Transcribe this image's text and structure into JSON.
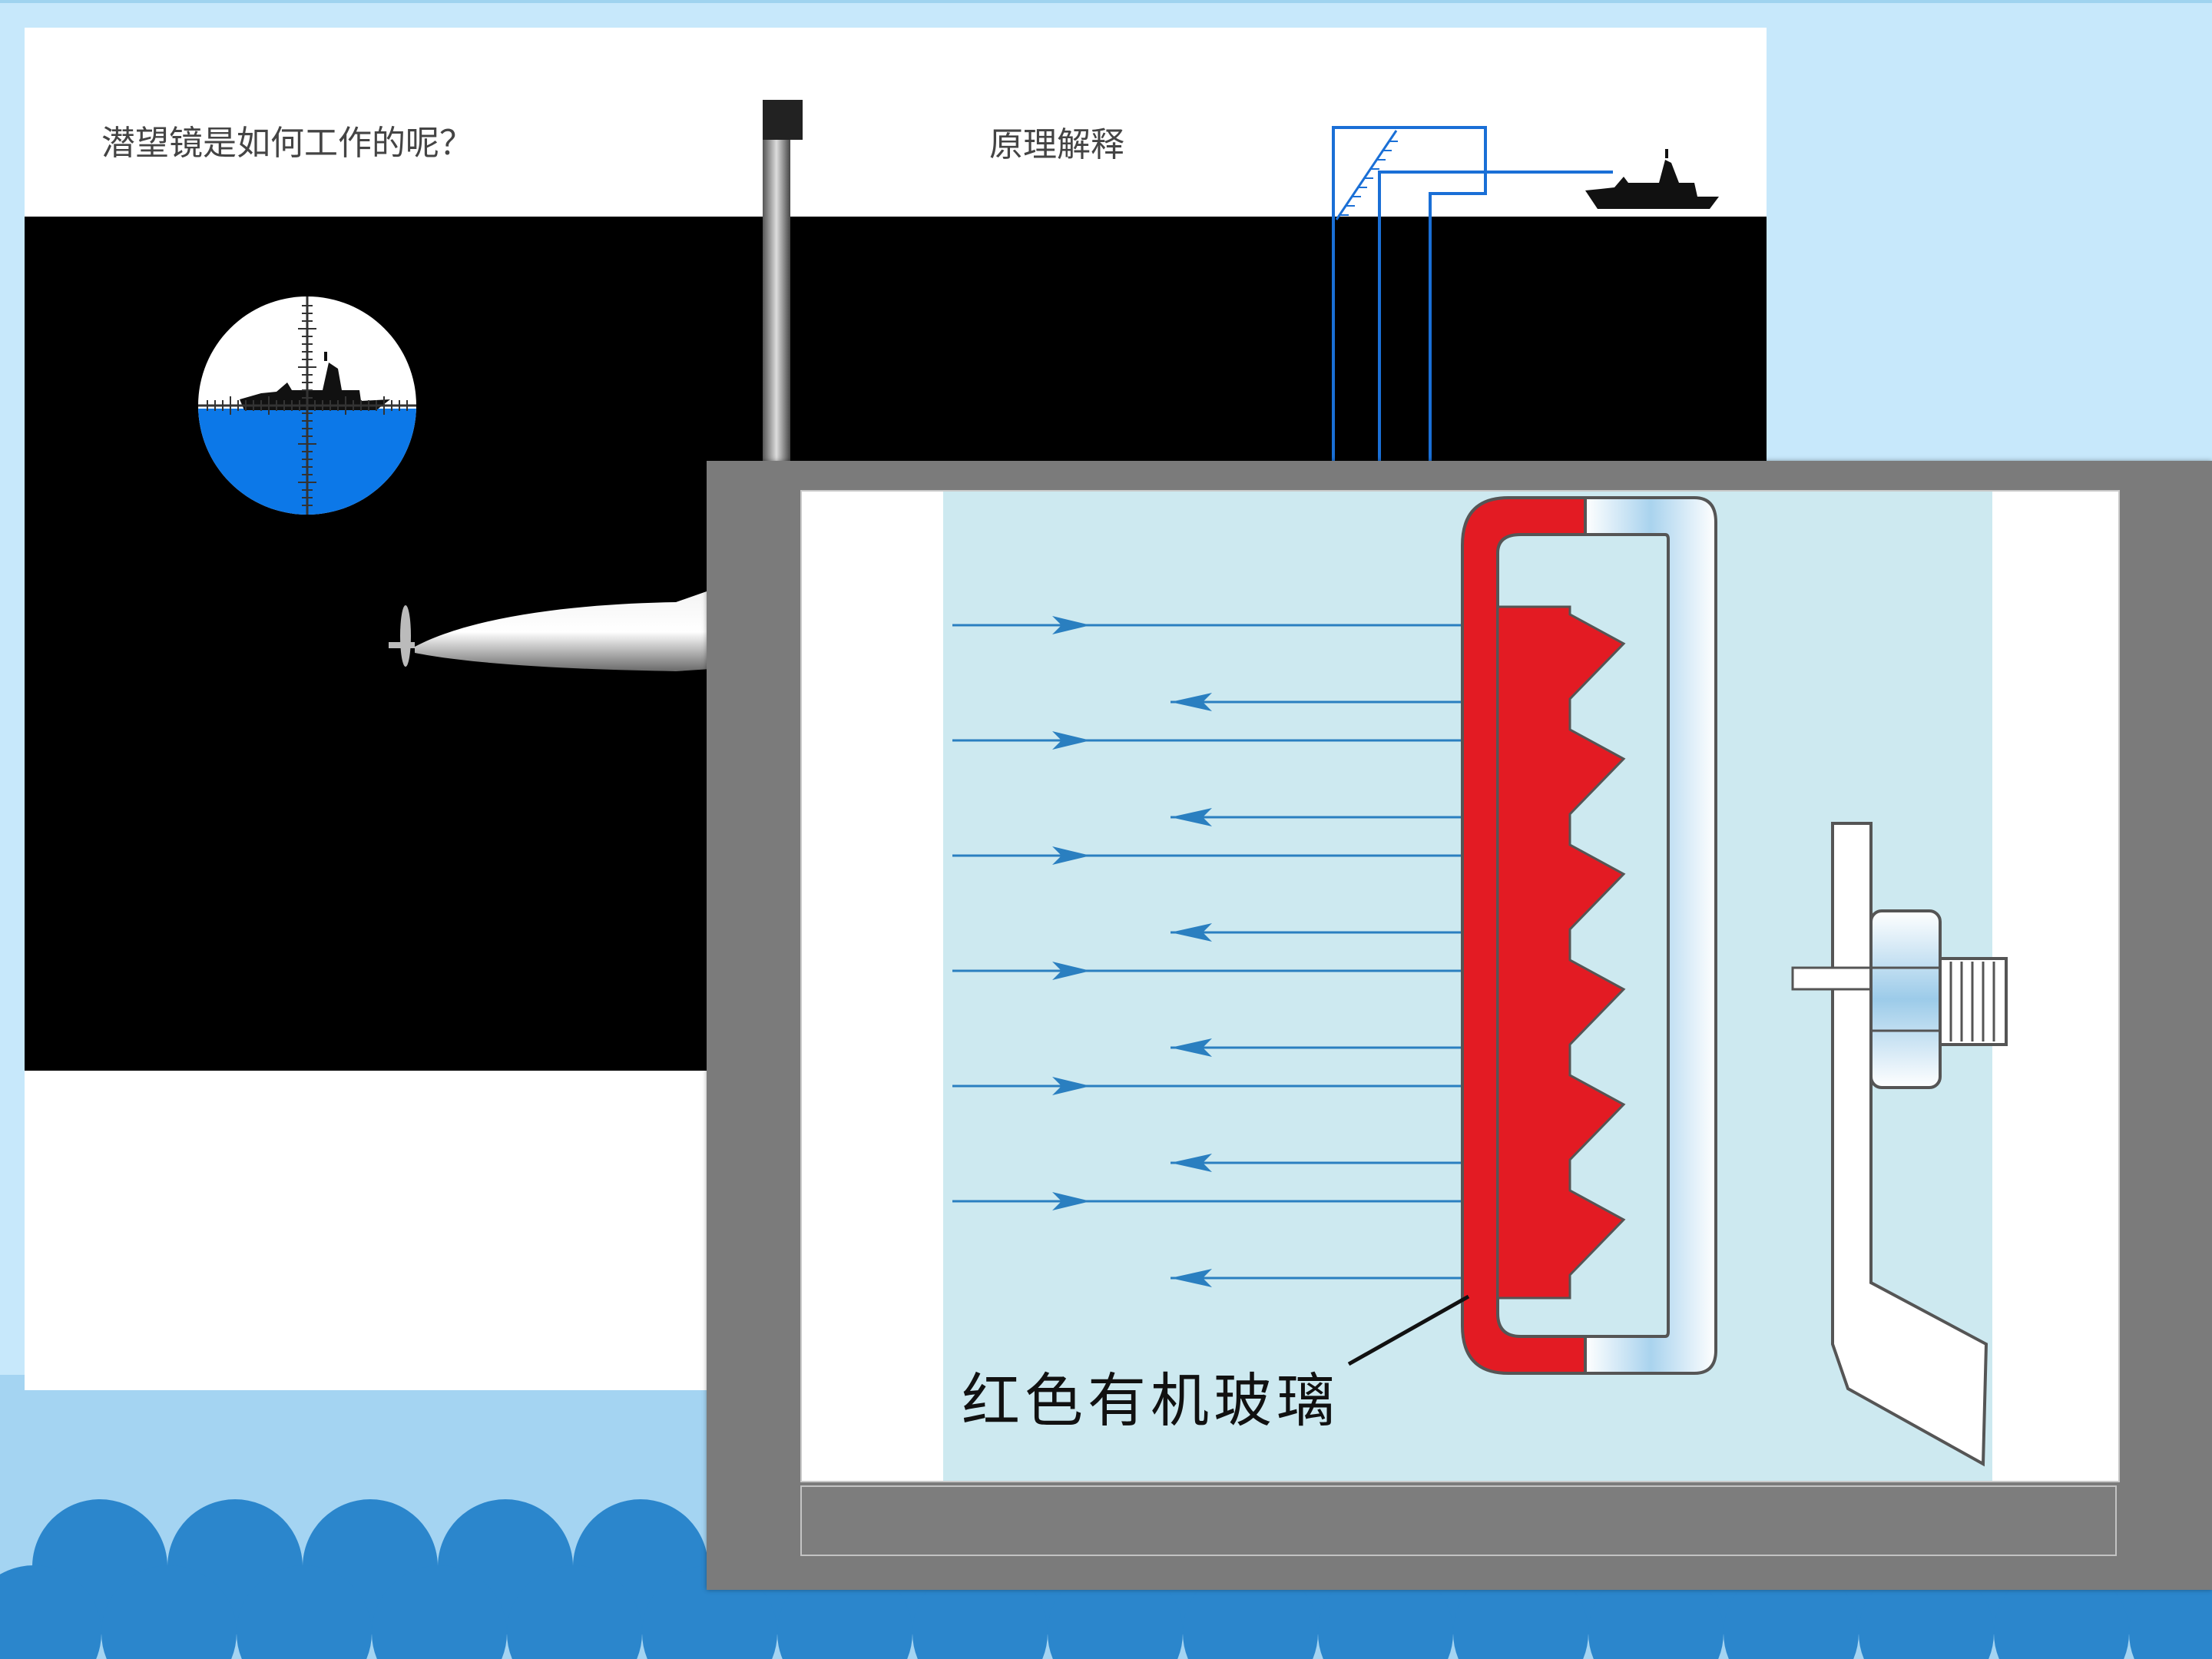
{
  "left_slide": {
    "title": "潜望镜是如何工作的呢？",
    "subtitle": "原理解释"
  },
  "popup": {
    "caption": "红色有机玻璃"
  },
  "colors": {
    "background": "#c7e8fb",
    "waves": "#2b86cc",
    "sea_black": "#000000",
    "periscope_blue": "#1a6fd6",
    "reflector_red": "#e31b23",
    "diagram_water": "#cde9f0",
    "arrow_blue": "#2a7fc0",
    "popup_gray": "#7b7b7b"
  },
  "icons": [
    "periscope-scope-icon",
    "warship-icon",
    "submarine-icon",
    "propeller-icon",
    "bolt-icon",
    "arrow-right-icon",
    "arrow-left-icon"
  ]
}
